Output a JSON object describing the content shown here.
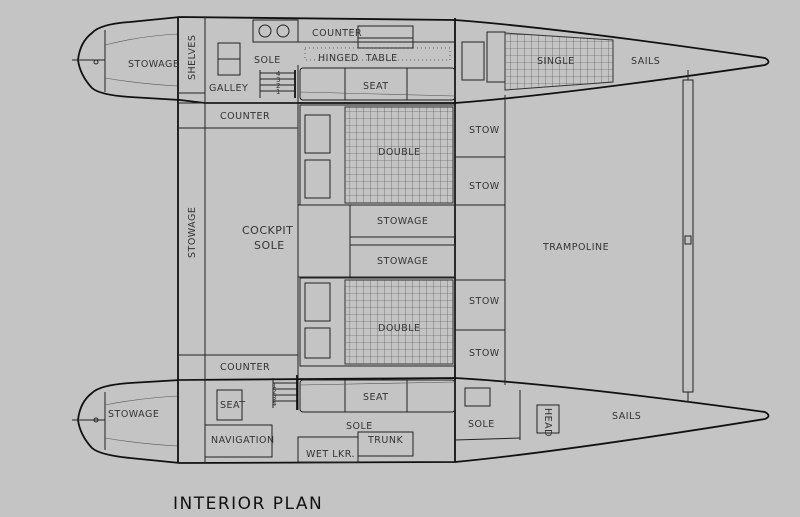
{
  "title": "INTERIOR PLAN",
  "labels": {
    "stowage_stern_port": "STOWAGE",
    "shelves": "SHELVES",
    "sole_galley": "SOLE",
    "galley": "GALLEY",
    "counter_top": "COUNTER",
    "hinged_table": "HINGED  TABLE",
    "counter_galley": "COUNTER",
    "seat_top": "SEAT",
    "single": "SINGLE",
    "sails_top": "SAILS",
    "double_top": "DOUBLE",
    "stow_1": "STOW",
    "stow_2": "STOW",
    "stowage_mid": "STOWAGE",
    "cockpit_sole_1": "COCKPIT",
    "cockpit_sole_2": "SOLE",
    "stowage_center_1": "STOWAGE",
    "stowage_center_2": "STOWAGE",
    "trampoline": "TRAMPOLINE",
    "double_bottom": "DOUBLE",
    "stow_3": "STOW",
    "stow_4": "STOW",
    "counter_bottom": "COUNTER",
    "stowage_stern_stbd": "STOWAGE",
    "seat_nav": "SEAT",
    "seat_bottom": "SEAT",
    "sole_bottom": "SOLE",
    "navigation": "NAVIGATION",
    "trunk": "TRUNK",
    "wet_locker": "WET LKR.",
    "sole_head": "SOLE",
    "head": "HEAD",
    "sails_bottom": "SAILS"
  },
  "steps_top": [
    "4",
    "3",
    "2",
    "1"
  ],
  "steps_bottom": [
    "1",
    "2",
    "3",
    "4"
  ]
}
